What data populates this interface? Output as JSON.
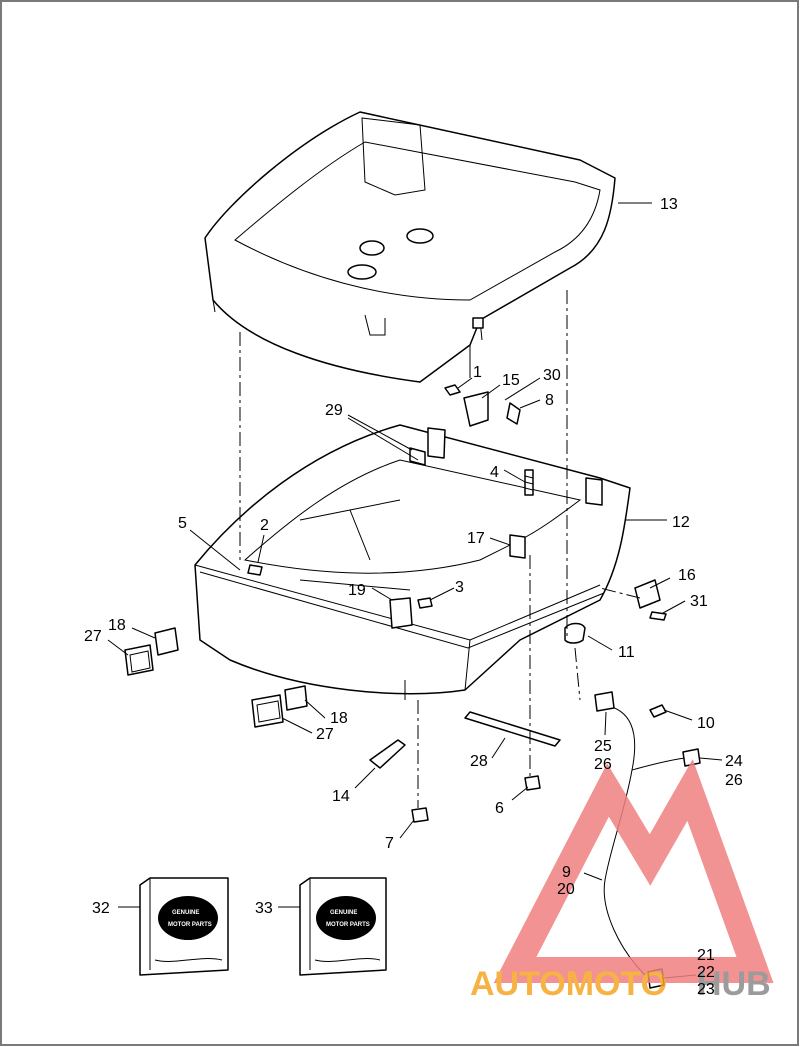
{
  "diagram": {
    "callouts": {
      "c1": "1",
      "c15": "15",
      "c30": "30",
      "c8": "8",
      "c29": "29",
      "c4": "4",
      "c13": "13",
      "c12": "12",
      "c5": "5",
      "c2": "2",
      "c17": "17",
      "c19": "19",
      "c3": "3",
      "c16": "16",
      "c31": "31",
      "c11": "11",
      "c18a": "18",
      "c27a": "27",
      "c18b": "18",
      "c27b": "27",
      "c14": "14",
      "c7": "7",
      "c28": "28",
      "c6": "6",
      "c10": "10",
      "c25": "25",
      "c26a": "26",
      "c24": "24",
      "c26b": "26",
      "c9": "9",
      "c20": "20",
      "c21": "21",
      "c22": "22",
      "c23": "23",
      "c32": "32",
      "c33": "33"
    },
    "product_box_label": {
      "line1": "GENUINE",
      "line2": "MOTOR PARTS"
    }
  },
  "watermark": {
    "part1": "AUTOMOTO",
    "part2": "HUB",
    "color_red": "#e53935",
    "color_orange": "#f5a623",
    "color_gray": "#8a8a8a"
  },
  "colors": {
    "line": "#000000",
    "frame": "#7a7a7a",
    "background": "#ffffff"
  }
}
